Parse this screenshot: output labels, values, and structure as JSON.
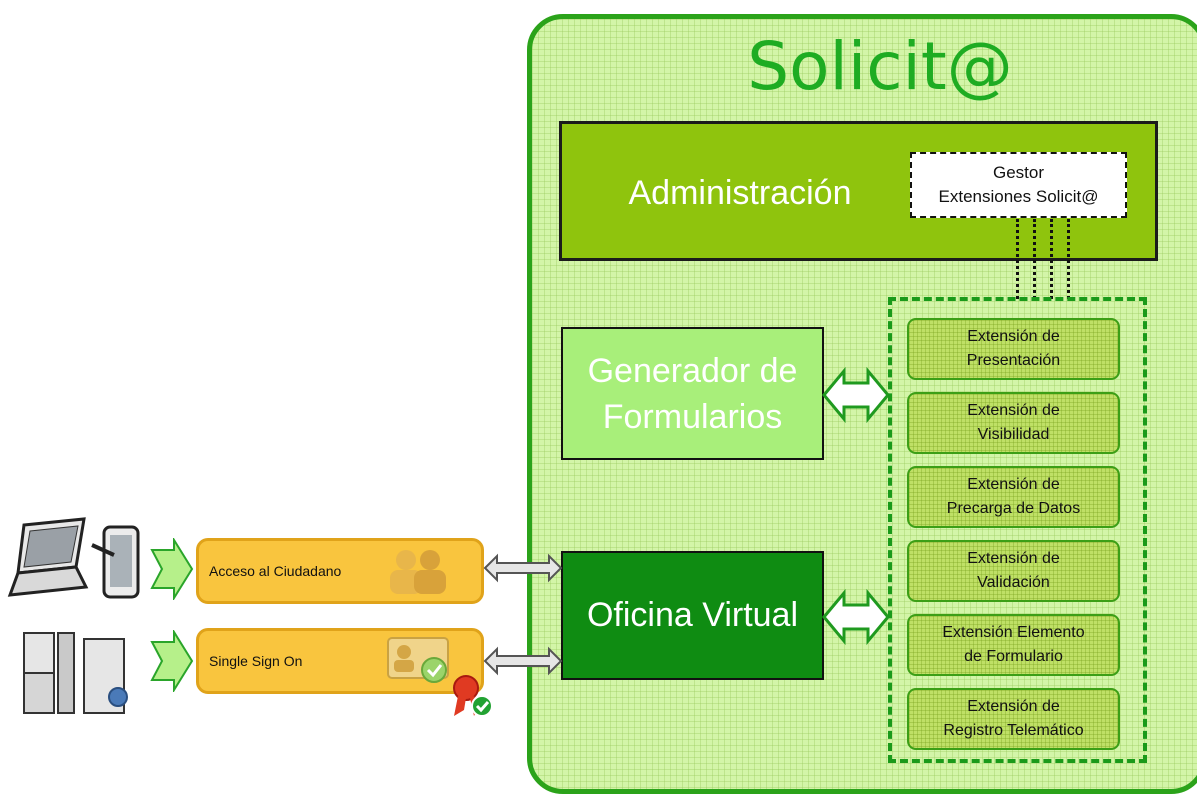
{
  "title": "Solicit@",
  "admin": {
    "label": "Administración"
  },
  "gestor": {
    "line1": "Gestor",
    "line2": "Extensiones Solicit@"
  },
  "generator": {
    "line1": "Generador de",
    "line2": "Formularios"
  },
  "oficina": {
    "label": "Oficina Virtual"
  },
  "extensions": [
    {
      "line1": "Extensión de",
      "line2": "Presentación"
    },
    {
      "line1": "Extensión de",
      "line2": "Visibilidad"
    },
    {
      "line1": "Extensión de",
      "line2": "Precarga de Datos"
    },
    {
      "line1": "Extensión de",
      "line2": "Validación"
    },
    {
      "line1": "Extensión Elemento",
      "line2": "de Formulario"
    },
    {
      "line1": "Extensión de",
      "line2": "Registro Telemático"
    }
  ],
  "access": [
    {
      "label": "Acceso al Ciudadano",
      "icon": "users-icon"
    },
    {
      "label": "Single Sign On",
      "icon": "id-card-icon"
    }
  ],
  "colors": {
    "brand_green": "#1eac22",
    "admin_green": "#8fc40d",
    "oficina_green": "#0f8c12",
    "pill_orange": "#f9c53e"
  }
}
